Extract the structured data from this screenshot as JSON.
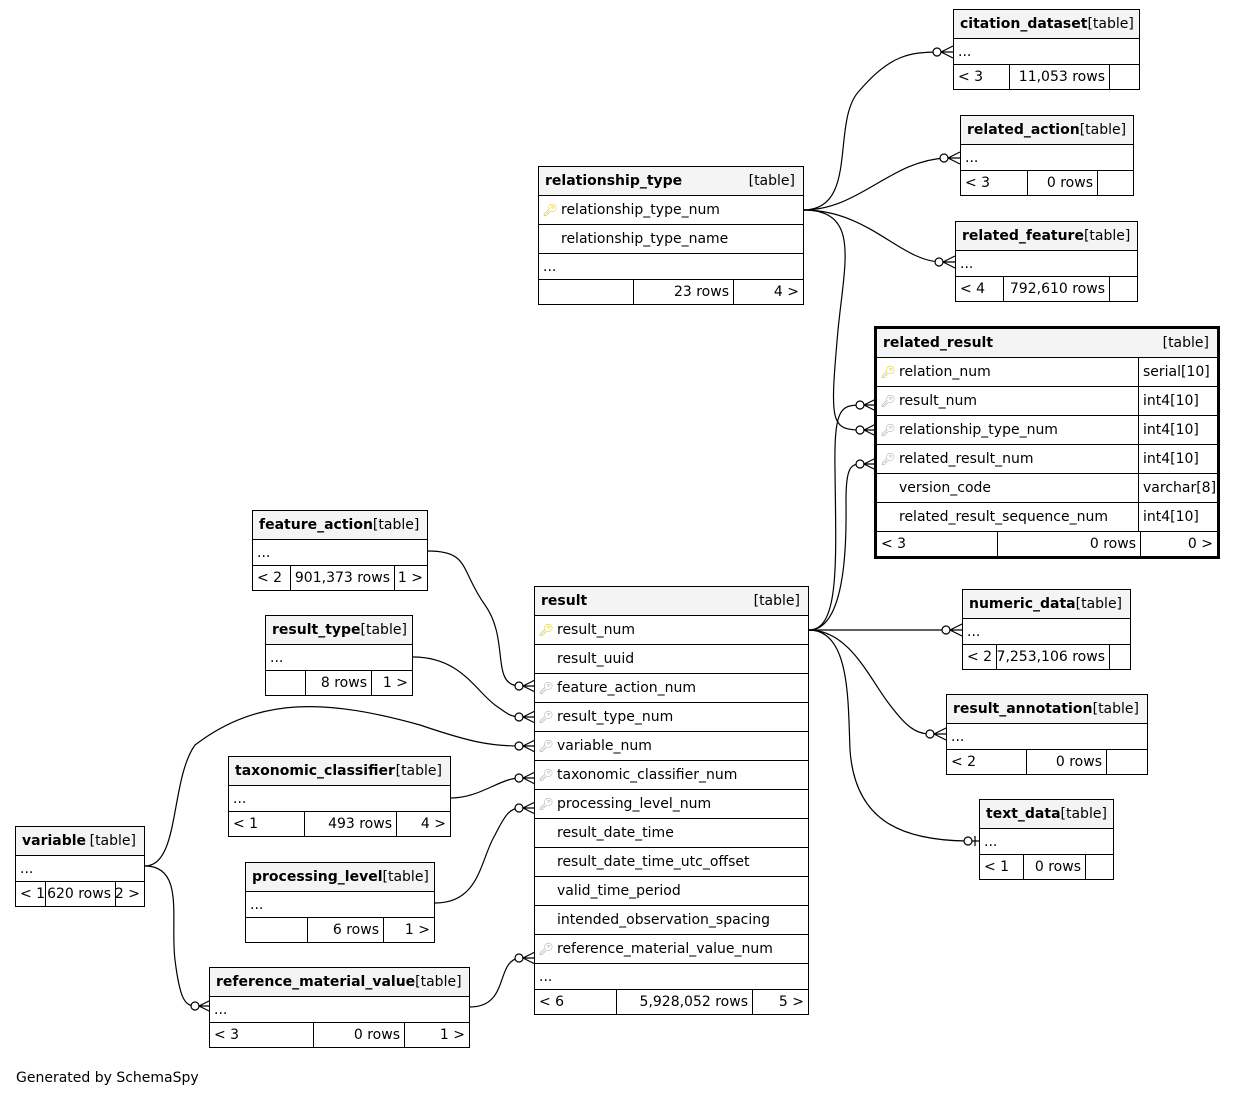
{
  "tables": {
    "citation_dataset": {
      "name": "citation_dataset",
      "kind": "[table]",
      "ellipsis": "...",
      "parents": "< 3",
      "rows": "11,053 rows",
      "children": ""
    },
    "related_action": {
      "name": "related_action",
      "kind": "[table]",
      "ellipsis": "...",
      "parents": "< 3",
      "rows": "0 rows",
      "children": ""
    },
    "related_feature": {
      "name": "related_feature",
      "kind": "[table]",
      "ellipsis": "...",
      "parents": "< 4",
      "rows": "792,610 rows",
      "children": ""
    },
    "relationship_type": {
      "name": "relationship_type",
      "kind": "[table]",
      "columns": [
        {
          "name": "relationship_type_num",
          "key": "pk"
        },
        {
          "name": "relationship_type_name",
          "key": ""
        }
      ],
      "ellipsis": "...",
      "parents": "",
      "rows": "23 rows",
      "children": "4 >"
    },
    "related_result": {
      "name": "related_result",
      "kind": "[table]",
      "columns": [
        {
          "name": "relation_num",
          "key": "pk",
          "type": "serial[10]"
        },
        {
          "name": "result_num",
          "key": "fk",
          "type": "int4[10]"
        },
        {
          "name": "relationship_type_num",
          "key": "fk",
          "type": "int4[10]"
        },
        {
          "name": "related_result_num",
          "key": "fk",
          "type": "int4[10]"
        },
        {
          "name": "version_code",
          "key": "",
          "type": "varchar[8]"
        },
        {
          "name": "related_result_sequence_num",
          "key": "",
          "type": "int4[10]"
        }
      ],
      "parents": "< 3",
      "rows": "0 rows",
      "children": "0 >"
    },
    "feature_action": {
      "name": "feature_action",
      "kind": "[table]",
      "ellipsis": "...",
      "parents": "< 2",
      "rows": "901,373 rows",
      "children": "1 >"
    },
    "result_type": {
      "name": "result_type",
      "kind": "[table]",
      "ellipsis": "...",
      "parents": "",
      "rows": "8 rows",
      "children": "1 >"
    },
    "taxonomic_classifier": {
      "name": "taxonomic_classifier",
      "kind": "[table]",
      "ellipsis": "...",
      "parents": "< 1",
      "rows": "493 rows",
      "children": "4 >"
    },
    "variable": {
      "name": "variable",
      "kind": "[table]",
      "ellipsis": "...",
      "parents": "< 1",
      "rows": "620 rows",
      "children": "2 >"
    },
    "processing_level": {
      "name": "processing_level",
      "kind": "[table]",
      "ellipsis": "...",
      "parents": "",
      "rows": "6 rows",
      "children": "1 >"
    },
    "reference_material_value": {
      "name": "reference_material_value",
      "kind": "[table]",
      "ellipsis": "...",
      "parents": "< 3",
      "rows": "0 rows",
      "children": "1 >"
    },
    "result": {
      "name": "result",
      "kind": "[table]",
      "columns": [
        {
          "name": "result_num",
          "key": "pk"
        },
        {
          "name": "result_uuid",
          "key": ""
        },
        {
          "name": "feature_action_num",
          "key": "fk"
        },
        {
          "name": "result_type_num",
          "key": "fk"
        },
        {
          "name": "variable_num",
          "key": "fk"
        },
        {
          "name": "taxonomic_classifier_num",
          "key": "fk"
        },
        {
          "name": "processing_level_num",
          "key": "fk"
        },
        {
          "name": "result_date_time",
          "key": ""
        },
        {
          "name": "result_date_time_utc_offset",
          "key": ""
        },
        {
          "name": "valid_time_period",
          "key": ""
        },
        {
          "name": "intended_observation_spacing",
          "key": ""
        },
        {
          "name": "reference_material_value_num",
          "key": "fk"
        }
      ],
      "ellipsis": "...",
      "parents": "< 6",
      "rows": "5,928,052 rows",
      "children": "5 >"
    },
    "numeric_data": {
      "name": "numeric_data",
      "kind": "[table]",
      "ellipsis": "...",
      "parents": "< 2",
      "rows": "7,253,106 rows",
      "children": ""
    },
    "result_annotation": {
      "name": "result_annotation",
      "kind": "[table]",
      "ellipsis": "...",
      "parents": "< 2",
      "rows": "0 rows",
      "children": ""
    },
    "text_data": {
      "name": "text_data",
      "kind": "[table]",
      "ellipsis": "...",
      "parents": "< 1",
      "rows": "0 rows",
      "children": ""
    }
  },
  "key_icon": "key-icon",
  "colors": {
    "primary_key": "#e2c400",
    "foreign_key": "#a8a8a8",
    "header_bg": "#f4f4f4"
  },
  "footer": "Generated by SchemaSpy"
}
